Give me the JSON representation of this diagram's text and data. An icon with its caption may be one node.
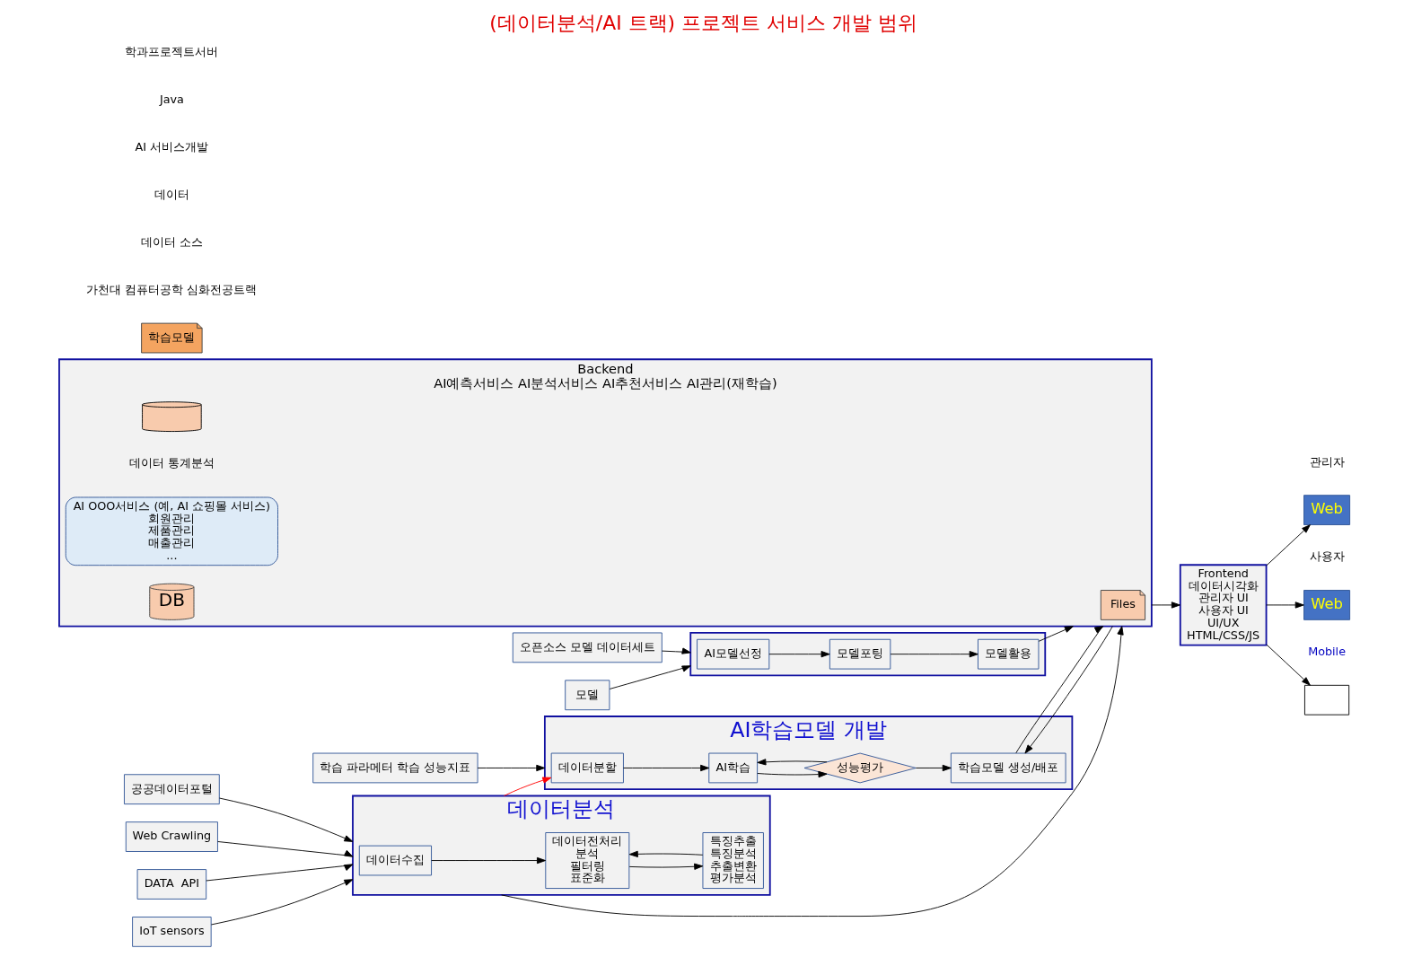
{
  "diagram": {
    "title": "(데이터분석/AI 트랙) 프로젝트 서비스 개발 범위",
    "nodes": [
      {
        "text": [
          "데이터분석"
        ]
      },
      {
        "text": [
          "데이터수집"
        ],
        "in": 0
      },
      {
        "text": [
          "데이터전처리",
          "분석",
          "필터링",
          "표준화"
        ],
        "in": 0
      },
      {
        "text": [
          "특징추출",
          "특징분석",
          "추출변환",
          "평가분석"
        ],
        "in": 0
      },
      {
        "text": [
          "AI학습모델 개발"
        ]
      },
      {
        "text": [
          "데이터분할"
        ],
        "in": 4
      },
      {
        "text": [
          "AI학습"
        ],
        "in": 4
      },
      {
        "text": [
          "성능평가"
        ],
        "in": 4
      },
      {
        "text": [
          "학습모델 생성/배포"
        ],
        "in": 4
      },
      {
        "text": [],
        "shape": "box"
      },
      {
        "text": [
          "AI모델선정"
        ],
        "in": 9
      },
      {
        "text": [
          "모델포팅"
        ],
        "in": 9
      },
      {
        "text": [
          "모델활용"
        ],
        "in": 9
      },
      {
        "text": [
          "Backend",
          "AI예측서비스 AI분석서비스 AI추천서비스 AI관리(재학습)"
        ]
      },
      {
        "text": [
          "Files"
        ],
        "in": 13
      },
      {
        "text": [],
        "shape": "cylinder",
        "in": 13,
        "beside": [
          "데이터 통계분석"
        ]
      },
      {
        "text": [
          "AI OOO서비스 (예, AI 쇼핑몰 서비스)",
          "회원관리",
          "제품관리",
          "매출관리",
          "..."
        ],
        "in": 13
      },
      {
        "text": [
          "DB"
        ],
        "in": 13
      },
      {
        "text": [
          "학습모델"
        ]
      },
      {
        "text": [
          "Frontend",
          "데이터시각화",
          "관리자 UI",
          "사용자 UI",
          "UI/UX",
          "HTML/CSS/JS"
        ]
      },
      {
        "text": [
          "Web"
        ],
        "beside": [
          "관리자"
        ]
      },
      {
        "text": [
          "Web"
        ],
        "beside": [
          "사용자"
        ]
      },
      {
        "text": [],
        "shape": "box",
        "beside": [
          "Mobile"
        ]
      },
      {
        "text": [
          "공공데이터포털"
        ]
      },
      {
        "text": [
          "Web Crawling"
        ]
      },
      {
        "text": [
          "DATA  API"
        ]
      },
      {
        "text": [
          "IoT sensors"
        ]
      },
      {
        "text": [
          "학습 파라메터 학습 성능지표"
        ]
      },
      {
        "text": [
          "오픈소스 모델 데이터세트"
        ]
      },
      {
        "text": [
          "모델"
        ]
      }
    ],
    "edges": [
      {
        "from": 23,
        "to": 0,
        "arrow": "to"
      },
      {
        "from": 24,
        "to": 0,
        "arrow": "to"
      },
      {
        "from": 25,
        "to": 0,
        "arrow": "to"
      },
      {
        "from": 26,
        "to": 0,
        "arrow": "to"
      },
      {
        "from": 1,
        "to": 2,
        "arrow": "to"
      },
      {
        "from": 2,
        "to": 3,
        "arrow": "to"
      },
      {
        "from": 3,
        "to": 2,
        "arrow": "to"
      },
      {
        "from": 0,
        "to": 13,
        "arrow": "to"
      },
      {
        "from": 0,
        "to": 5,
        "arrow": "to",
        "color": "#ff0000"
      },
      {
        "from": 27,
        "to": 4,
        "arrow": "to"
      },
      {
        "from": 5,
        "to": 6,
        "arrow": "to"
      },
      {
        "from": 6,
        "to": 7,
        "arrow": "to"
      },
      {
        "from": 7,
        "to": 6,
        "arrow": "to"
      },
      {
        "from": 7,
        "to": 8,
        "arrow": "to"
      },
      {
        "from": 8,
        "to": 13,
        "arrow": "to"
      },
      {
        "from": 13,
        "to": 8,
        "arrow": "to"
      },
      {
        "from": 28,
        "to": 9,
        "arrow": "to"
      },
      {
        "from": 29,
        "to": 9,
        "arrow": "to"
      },
      {
        "from": 10,
        "to": 11,
        "arrow": "to"
      },
      {
        "from": 11,
        "to": 12,
        "arrow": "to"
      },
      {
        "from": 12,
        "to": 13,
        "arrow": "to"
      },
      {
        "from": 13,
        "to": 19,
        "arrow": "to"
      },
      {
        "from": 19,
        "to": 20,
        "arrow": "to"
      },
      {
        "from": 19,
        "to": 21,
        "arrow": "to"
      },
      {
        "from": 19,
        "to": 22,
        "arrow": "to"
      }
    ],
    "labels": [
      "가천대 컴퓨터공학 심화전공트랙",
      "데이터 소스",
      "데이터",
      "AI 서비스개발",
      "Java",
      "학과프로젝트서버"
    ]
  }
}
